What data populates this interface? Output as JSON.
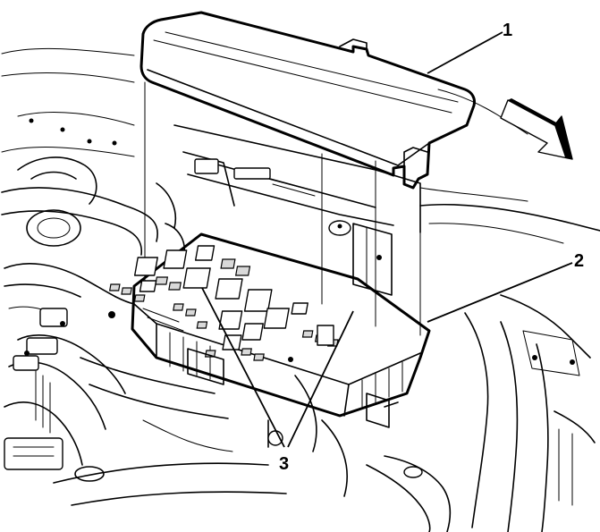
{
  "callouts": {
    "c1": "1",
    "c2": "2",
    "c3": "3"
  },
  "icons": {
    "direction": "forward-arrow-icon"
  },
  "colors": {
    "line": "#000000",
    "background": "#ffffff"
  }
}
